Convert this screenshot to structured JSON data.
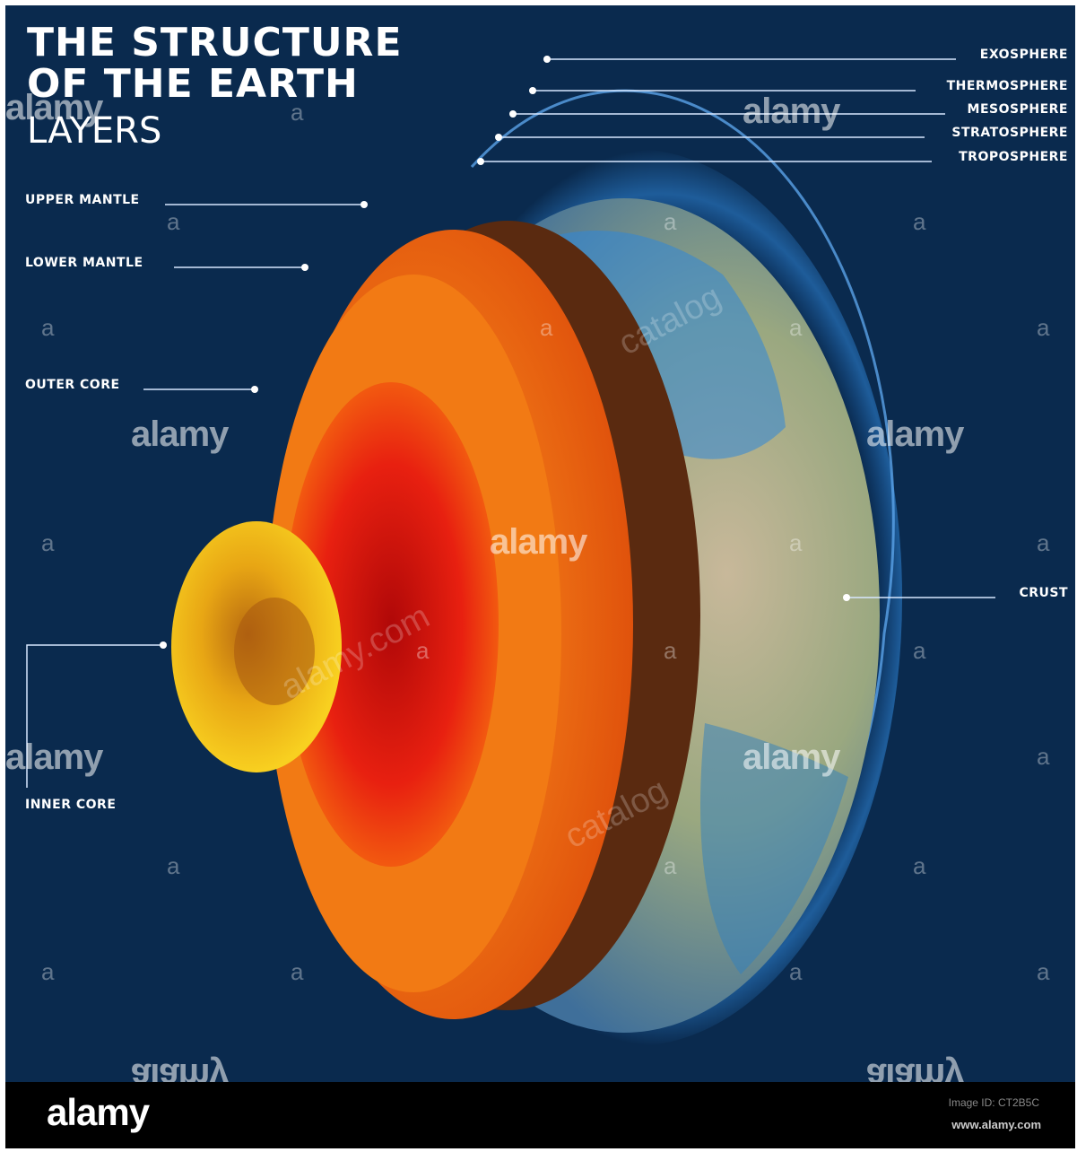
{
  "title": {
    "line1": "THE STRUCTURE",
    "line2": "OF THE EARTH",
    "line3": "LAYERS"
  },
  "labels": {
    "exosphere": "EXOSPHERE",
    "thermosphere": "THERMOSPHERE",
    "mesosphere": "MESOSPHERE",
    "stratosphere": "STRATOSPHERE",
    "troposphere": "TROPOSPHERE",
    "upper_mantle": "UPPER MANTLE",
    "lower_mantle": "LOWER MANTLE",
    "outer_core": "OUTER CORE",
    "crust": "CRUST",
    "inner_core": "INNER CORE"
  },
  "watermark": {
    "brand": "alamy",
    "letter": "a",
    "faint": "catalog",
    "faint2": "alamy.com"
  },
  "footer": {
    "logo": "alamy",
    "image_id": "Image ID: CT2B5C",
    "url": "www.alamy.com"
  },
  "colors": {
    "background": "#0a2a4e",
    "crust": "#8fa37a",
    "mantle": "#f06010",
    "outer_core": "#e81e10",
    "inner_core": "#f5c514",
    "atmosphere": "#2f86d8",
    "footer": "#000000"
  }
}
